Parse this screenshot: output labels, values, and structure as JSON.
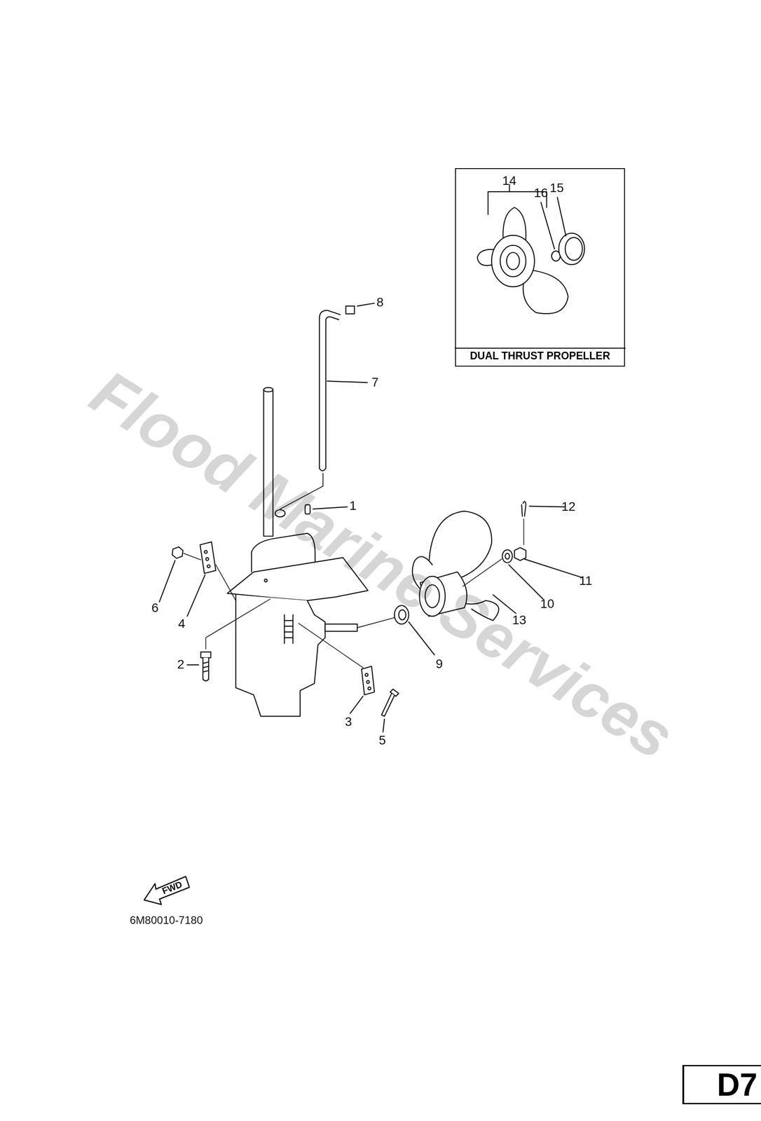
{
  "diagram": {
    "nodes": [
      {
        "text": [
          "DUAL THRUST PROPELLER"
        ]
      },
      {
        "text": [
          "FWD"
        ]
      },
      {
        "text": [
          "D7"
        ]
      }
    ],
    "edges": [],
    "labels": [
      "14",
      "16",
      "15",
      "8",
      "7",
      "1",
      "12",
      "6",
      "4",
      "11",
      "10",
      "13",
      "2",
      "9",
      "3",
      "5",
      "Flood Marine Services",
      "6M80010-7180"
    ]
  }
}
